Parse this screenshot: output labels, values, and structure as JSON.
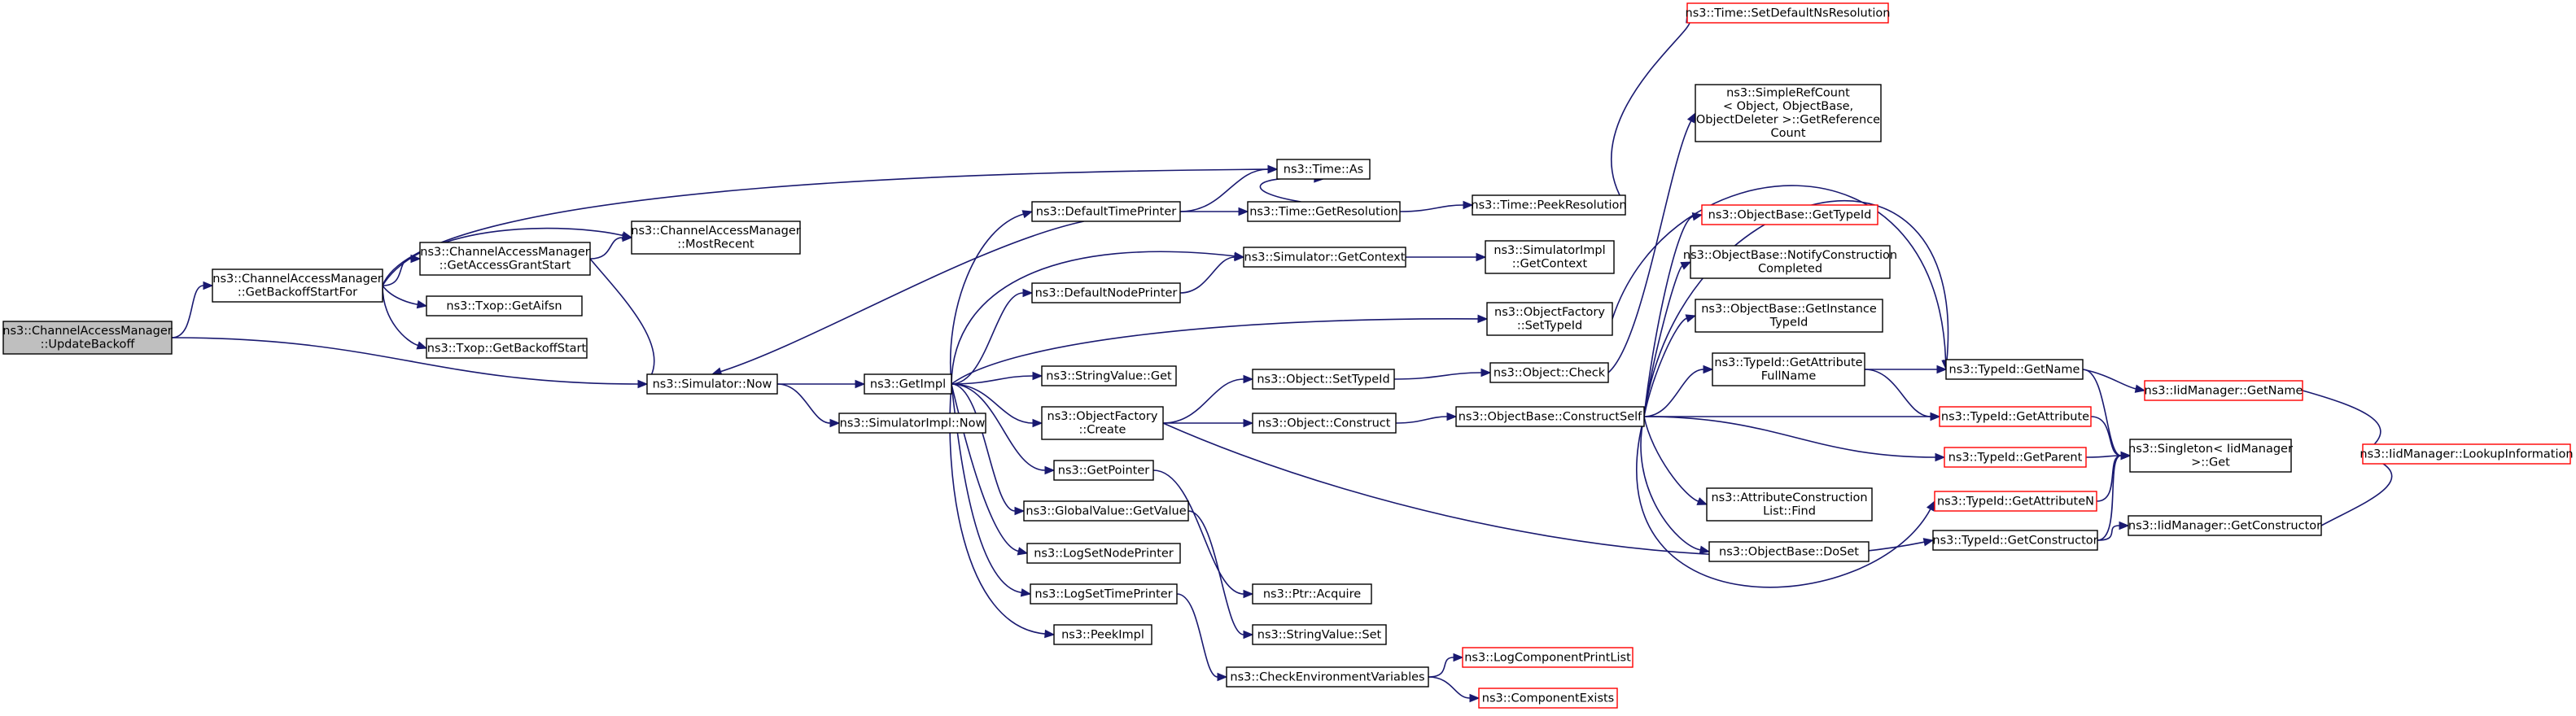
{
  "nodes": [
    {
      "id": "UpdateBackoff",
      "lines": [
        "ns3::ChannelAccessManager",
        "::UpdateBackoff"
      ],
      "style": "gray"
    },
    {
      "id": "GetBackoffStartFor",
      "lines": [
        "ns3::ChannelAccessManager",
        "::GetBackoffStartFor"
      ],
      "style": "normal"
    },
    {
      "id": "GetAccessGrantStart",
      "lines": [
        "ns3::ChannelAccessManager",
        "::GetAccessGrantStart"
      ],
      "style": "normal"
    },
    {
      "id": "MostRecent",
      "lines": [
        "ns3::ChannelAccessManager",
        "::MostRecent"
      ],
      "style": "normal"
    },
    {
      "id": "GetAifsn",
      "lines": [
        "ns3::Txop::GetAifsn"
      ],
      "style": "normal"
    },
    {
      "id": "GetBackoffStart",
      "lines": [
        "ns3::Txop::GetBackoffStart"
      ],
      "style": "normal"
    },
    {
      "id": "SimNow",
      "lines": [
        "ns3::Simulator::Now"
      ],
      "style": "normal"
    },
    {
      "id": "TimeAs",
      "lines": [
        "ns3::Time::As"
      ],
      "style": "normal"
    },
    {
      "id": "GetImpl",
      "lines": [
        "ns3::GetImpl"
      ],
      "style": "normal"
    },
    {
      "id": "SimImplNow",
      "lines": [
        "ns3::SimulatorImpl::Now"
      ],
      "style": "normal"
    },
    {
      "id": "DefaultTimePrinter",
      "lines": [
        "ns3::DefaultTimePrinter"
      ],
      "style": "normal"
    },
    {
      "id": "DefaultNodePrinter",
      "lines": [
        "ns3::DefaultNodePrinter"
      ],
      "style": "normal"
    },
    {
      "id": "StringValueGet",
      "lines": [
        "ns3::StringValue::Get"
      ],
      "style": "normal"
    },
    {
      "id": "ObjectFactoryCreate",
      "lines": [
        "ns3::ObjectFactory",
        "::Create"
      ],
      "style": "normal"
    },
    {
      "id": "GetPointer",
      "lines": [
        "ns3::GetPointer"
      ],
      "style": "normal"
    },
    {
      "id": "GlobalValueGetValue",
      "lines": [
        "ns3::GlobalValue::GetValue"
      ],
      "style": "normal"
    },
    {
      "id": "LogSetNodePrinter",
      "lines": [
        "ns3::LogSetNodePrinter"
      ],
      "style": "normal"
    },
    {
      "id": "LogSetTimePrinter",
      "lines": [
        "ns3::LogSetTimePrinter"
      ],
      "style": "normal"
    },
    {
      "id": "PeekImpl",
      "lines": [
        "ns3::PeekImpl"
      ],
      "style": "normal"
    },
    {
      "id": "TimeGetResolution",
      "lines": [
        "ns3::Time::GetResolution"
      ],
      "style": "normal"
    },
    {
      "id": "SimGetContext",
      "lines": [
        "ns3::Simulator::GetContext"
      ],
      "style": "normal"
    },
    {
      "id": "ObjectSetTypeId",
      "lines": [
        "ns3::Object::SetTypeId"
      ],
      "style": "normal"
    },
    {
      "id": "ObjectConstruct",
      "lines": [
        "ns3::Object::Construct"
      ],
      "style": "normal"
    },
    {
      "id": "PtrAcquire",
      "lines": [
        "ns3::Ptr::Acquire"
      ],
      "style": "normal"
    },
    {
      "id": "StringValueSet",
      "lines": [
        "ns3::StringValue::Set"
      ],
      "style": "normal"
    },
    {
      "id": "CheckEnvVars",
      "lines": [
        "ns3::CheckEnvironmentVariables"
      ],
      "style": "normal"
    },
    {
      "id": "TimePeekResolution",
      "lines": [
        "ns3::Time::PeekResolution"
      ],
      "style": "normal"
    },
    {
      "id": "SimImplGetContext",
      "lines": [
        "ns3::SimulatorImpl",
        "::GetContext"
      ],
      "style": "normal"
    },
    {
      "id": "ObjectFactorySetTypeId",
      "lines": [
        "ns3::ObjectFactory",
        "::SetTypeId"
      ],
      "style": "normal"
    },
    {
      "id": "ObjectCheck",
      "lines": [
        "ns3::Object::Check"
      ],
      "style": "normal"
    },
    {
      "id": "ConstructSelf",
      "lines": [
        "ns3::ObjectBase::ConstructSelf"
      ],
      "style": "normal"
    },
    {
      "id": "LogComponentPrintList",
      "lines": [
        "ns3::LogComponentPrintList"
      ],
      "style": "red"
    },
    {
      "id": "ComponentExists",
      "lines": [
        "ns3::ComponentExists"
      ],
      "style": "red"
    },
    {
      "id": "SetDefaultNsResolution",
      "lines": [
        "ns3::Time::SetDefaultNsResolution"
      ],
      "style": "red"
    },
    {
      "id": "SimpleRefCount",
      "lines": [
        "ns3::SimpleRefCount",
        "< Object, ObjectBase,",
        "ObjectDeleter >::GetReference",
        "Count"
      ],
      "style": "normal"
    },
    {
      "id": "ObjectBaseGetTypeId",
      "lines": [
        "ns3::ObjectBase::GetTypeId"
      ],
      "style": "red"
    },
    {
      "id": "NotifyConstruction",
      "lines": [
        "ns3::ObjectBase::NotifyConstruction",
        "Completed"
      ],
      "style": "normal"
    },
    {
      "id": "GetInstanceTypeId",
      "lines": [
        "ns3::ObjectBase::GetInstance",
        "TypeId"
      ],
      "style": "normal"
    },
    {
      "id": "GetAttributeFullName",
      "lines": [
        "ns3::TypeId::GetAttribute",
        "FullName"
      ],
      "style": "normal"
    },
    {
      "id": "AttrConstructionListFind",
      "lines": [
        "ns3::AttributeConstruction",
        "List::Find"
      ],
      "style": "normal"
    },
    {
      "id": "DoSet",
      "lines": [
        "ns3::ObjectBase::DoSet"
      ],
      "style": "normal"
    },
    {
      "id": "TypeIdGetName",
      "lines": [
        "ns3::TypeId::GetName"
      ],
      "style": "normal"
    },
    {
      "id": "TypeIdGetAttribute",
      "lines": [
        "ns3::TypeId::GetAttribute"
      ],
      "style": "red"
    },
    {
      "id": "TypeIdGetParent",
      "lines": [
        "ns3::TypeId::GetParent"
      ],
      "style": "red"
    },
    {
      "id": "TypeIdGetAttributeN",
      "lines": [
        "ns3::TypeId::GetAttributeN"
      ],
      "style": "red"
    },
    {
      "id": "TypeIdGetConstructor",
      "lines": [
        "ns3::TypeId::GetConstructor"
      ],
      "style": "normal"
    },
    {
      "id": "IidGetName",
      "lines": [
        "ns3::IidManager::GetName"
      ],
      "style": "red"
    },
    {
      "id": "SingletonGet",
      "lines": [
        "ns3::Singleton< IidManager",
        ">::Get"
      ],
      "style": "normal"
    },
    {
      "id": "IidGetConstructor",
      "lines": [
        "ns3::IidManager::GetConstructor"
      ],
      "style": "normal"
    },
    {
      "id": "LookupInformation",
      "lines": [
        "ns3::IidManager::LookupInformation"
      ],
      "style": "red"
    }
  ],
  "edges": [
    [
      "UpdateBackoff",
      "GetBackoffStartFor"
    ],
    [
      "UpdateBackoff",
      "SimNow"
    ],
    [
      "GetBackoffStartFor",
      "TimeAs"
    ],
    [
      "GetBackoffStartFor",
      "MostRecent"
    ],
    [
      "GetBackoffStartFor",
      "GetAccessGrantStart"
    ],
    [
      "GetBackoffStartFor",
      "GetAifsn"
    ],
    [
      "GetBackoffStartFor",
      "GetBackoffStart"
    ],
    [
      "GetAccessGrantStart",
      "MostRecent"
    ],
    [
      "GetAccessGrantStart",
      "SimNow"
    ],
    [
      "SimNow",
      "GetImpl"
    ],
    [
      "SimNow",
      "SimImplNow"
    ],
    [
      "GetImpl",
      "DefaultTimePrinter"
    ],
    [
      "GetImpl",
      "DefaultNodePrinter"
    ],
    [
      "GetImpl",
      "SimGetContext"
    ],
    [
      "GetImpl",
      "ObjectFactorySetTypeId"
    ],
    [
      "GetImpl",
      "StringValueGet"
    ],
    [
      "GetImpl",
      "ObjectFactoryCreate"
    ],
    [
      "GetImpl",
      "GetPointer"
    ],
    [
      "GetImpl",
      "GlobalValueGetValue"
    ],
    [
      "GetImpl",
      "LogSetNodePrinter"
    ],
    [
      "GetImpl",
      "LogSetTimePrinter"
    ],
    [
      "GetImpl",
      "PeekImpl"
    ],
    [
      "DefaultTimePrinter",
      "TimeAs"
    ],
    [
      "DefaultTimePrinter",
      "TimeGetResolution"
    ],
    [
      "DefaultTimePrinter",
      "SimNow"
    ],
    [
      "DefaultNodePrinter",
      "SimGetContext"
    ],
    [
      "TimeGetResolution",
      "TimeAs"
    ],
    [
      "TimeGetResolution",
      "TimePeekResolution"
    ],
    [
      "TimePeekResolution",
      "SetDefaultNsResolution"
    ],
    [
      "SimGetContext",
      "SimImplGetContext"
    ],
    [
      "ObjectFactoryCreate",
      "ObjectSetTypeId"
    ],
    [
      "ObjectFactoryCreate",
      "ObjectConstruct"
    ],
    [
      "ObjectFactoryCreate",
      "TypeIdGetConstructor"
    ],
    [
      "ObjectSetTypeId",
      "ObjectCheck"
    ],
    [
      "ObjectConstruct",
      "ConstructSelf"
    ],
    [
      "GetPointer",
      "PtrAcquire"
    ],
    [
      "GlobalValueGetValue",
      "StringValueSet"
    ],
    [
      "LogSetTimePrinter",
      "CheckEnvVars"
    ],
    [
      "CheckEnvVars",
      "LogComponentPrintList"
    ],
    [
      "CheckEnvVars",
      "ComponentExists"
    ],
    [
      "ObjectFactorySetTypeId",
      "TypeIdGetName"
    ],
    [
      "ObjectCheck",
      "SimpleRefCount"
    ],
    [
      "ConstructSelf",
      "ObjectBaseGetTypeId"
    ],
    [
      "ConstructSelf",
      "NotifyConstruction"
    ],
    [
      "ConstructSelf",
      "GetInstanceTypeId"
    ],
    [
      "ConstructSelf",
      "GetAttributeFullName"
    ],
    [
      "ConstructSelf",
      "TypeIdGetName"
    ],
    [
      "ConstructSelf",
      "TypeIdGetAttribute"
    ],
    [
      "ConstructSelf",
      "TypeIdGetParent"
    ],
    [
      "ConstructSelf",
      "AttrConstructionListFind"
    ],
    [
      "ConstructSelf",
      "DoSet"
    ],
    [
      "ConstructSelf",
      "TypeIdGetAttributeN"
    ],
    [
      "GetAttributeFullName",
      "TypeIdGetName"
    ],
    [
      "GetAttributeFullName",
      "TypeIdGetAttribute"
    ],
    [
      "TypeIdGetName",
      "IidGetName"
    ],
    [
      "TypeIdGetName",
      "SingletonGet"
    ],
    [
      "TypeIdGetAttribute",
      "SingletonGet"
    ],
    [
      "TypeIdGetParent",
      "SingletonGet"
    ],
    [
      "TypeIdGetAttributeN",
      "SingletonGet"
    ],
    [
      "TypeIdGetConstructor",
      "SingletonGet"
    ],
    [
      "TypeIdGetConstructor",
      "IidGetConstructor"
    ],
    [
      "IidGetName",
      "LookupInformation"
    ],
    [
      "IidGetConstructor",
      "LookupInformation"
    ]
  ]
}
